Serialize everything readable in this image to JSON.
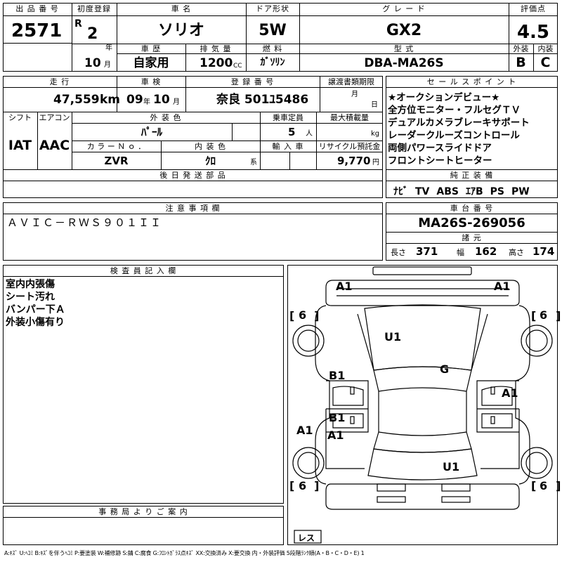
{
  "header": {
    "lot_no_label": "出 品 番 号",
    "lot_no": "2571",
    "first_reg_label": "初度登録",
    "era": "R",
    "year": "2",
    "year_unit": "年",
    "month": "10",
    "month_unit": "月",
    "name_label": "車 名",
    "name": "ソリオ",
    "door_label": "ドア形状",
    "door": "5W",
    "grade_label": "グ レ ー ド",
    "grade": "GX2",
    "score_label": "評価点",
    "score": "4.5",
    "history_label": "車 歴",
    "history": "自家用",
    "displacement_label": "排 気 量",
    "displacement": "1200",
    "cc": "CC",
    "fuel_label": "燃 料",
    "fuel": "ｶﾞｿﾘﾝ",
    "model_label": "型 式",
    "model": "DBA-MA26S",
    "ext_label": "外装",
    "ext": "B",
    "int_label": "内装",
    "int": "C"
  },
  "row2": {
    "mileage_label": "走 行",
    "mileage": "47,559",
    "km": "km",
    "inspection_label": "車 検",
    "insp_year": "09",
    "insp_year_unit": "年",
    "insp_month": "10",
    "insp_month_unit": "月",
    "reg_label": "登 録 番 号",
    "reg": "奈良 501ﾕ5486",
    "deadline_label": "譲渡書類期限",
    "deadline_month_unit": "月",
    "deadline_day_unit": "日",
    "shift_label": "シフト",
    "shift": "IAT",
    "ac_label": "エアコン",
    "ac": "AAC",
    "color_label": "外 装 色",
    "color": "ﾊﾟｰﾙ",
    "capacity_label": "乗車定員",
    "capacity": "5",
    "person_unit": "人",
    "load_label": "最大積載量",
    "load_unit": "kg",
    "color_no_label": "カ ラ ー Ｎ ｏ ．",
    "color_no": "ZVR",
    "interior_color_label": "内 装 色",
    "interior_color": "ｸﾛ",
    "interior_color_unit": "系",
    "import_label": "輸 入 車",
    "recycle_label": "リサイクル預託金",
    "recycle": "9,770",
    "yen": "円",
    "later_parts_label": "後 日 発 送 部 品"
  },
  "sales_points": {
    "label": "セ ー ル ス ポ イ ン ト",
    "items": [
      "★オークションデビュー★",
      "全方位モニター・フルセグＴＶ",
      "デュアルカメラブレーキサポート",
      "レーダークルーズコントロール",
      "両側パワースライドドア",
      "フロントシートヒーター"
    ]
  },
  "equipment": {
    "label": "純 正 装 備",
    "items": [
      "ﾅﾋﾞ",
      "TV",
      "ABS",
      "ｴｱB",
      "PS",
      "PW"
    ]
  },
  "notes": {
    "label": "注 意 事 項 欄",
    "text": "ＡＶＩＣ－ＲＷＳ９０１ＩＩ"
  },
  "chassis": {
    "label": "車 台 番 号",
    "value": "MA26S-269056",
    "spec_label": "諸 元",
    "length_label": "長さ",
    "length": "371",
    "width_label": "幅",
    "width": "162",
    "height_label": "高さ",
    "height": "174"
  },
  "inspector": {
    "label": "検 査 員 記 入 欄",
    "lines": [
      "室内内張傷",
      "シート汚れ",
      "バンパー下Ａ",
      "外装小傷有り"
    ]
  },
  "office": {
    "label": "事 務 局 よ り ご 案 内"
  },
  "diagram": {
    "marks": {
      "a1_front_left": "A1",
      "a1_front_right": "A1",
      "tire_fl": "6",
      "tire_fr": "6",
      "tire_rl": "6",
      "tire_rr": "6",
      "u1_front": "U1",
      "g_windshield": "G",
      "b1_left_front": "B1",
      "a1_right_door": "A1",
      "b1_left_rear": "B1",
      "a1_left_rear": "A1",
      "a1_left_side": "A1",
      "u1_rear": "U1"
    },
    "spare_label": "レス"
  },
  "legend": "A:ｷｽﾞ U:ﾍｺﾐ B:ｷｽﾞを伴うﾍｺﾐ P:要塗装 W:補修跡 S:錆 C:腐食 G:ﾌﾛﾝﾄｶﾞﾗｽ点ｷｽﾞ XX:交換済み X:要交換  内・外装評価  5段階ﾗﾝｸ順(A・B・C・D・E) 1"
}
